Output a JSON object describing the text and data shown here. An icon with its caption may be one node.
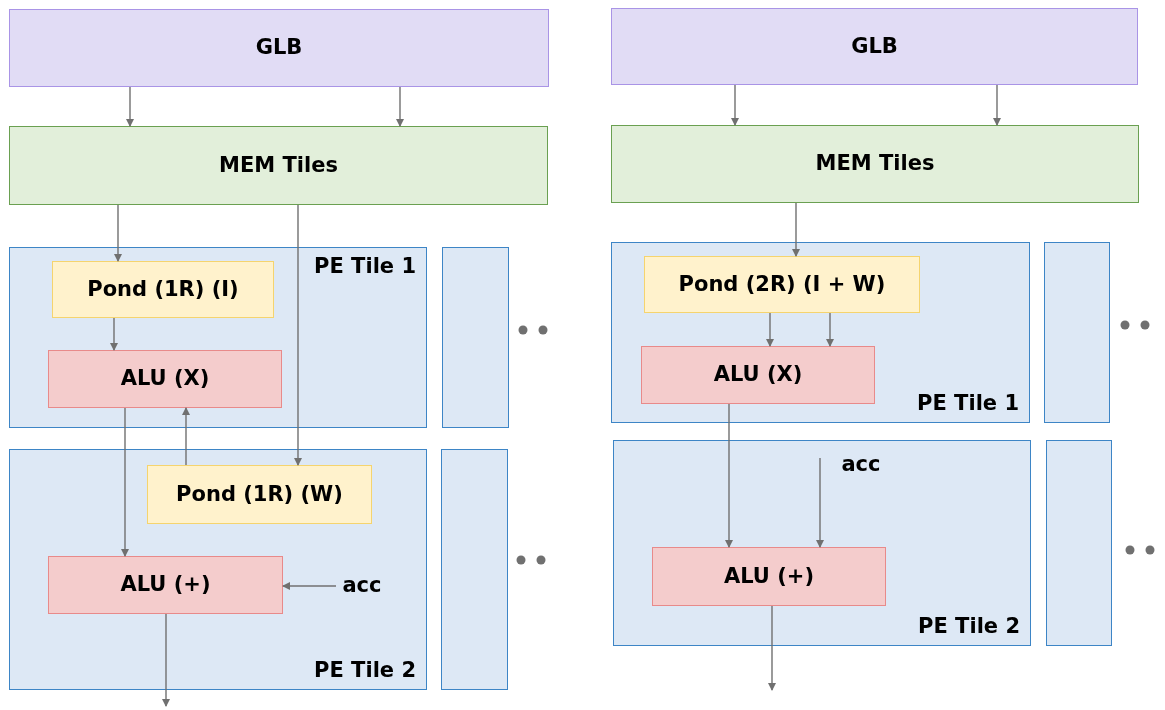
{
  "diagram": {
    "nodes": [
      {
        "text": [
          "GLB"
        ]
      },
      {
        "text": [
          "MEM Tiles"
        ]
      },
      {
        "text": [
          "PE Tile 1"
        ]
      },
      {
        "text": [
          "Pond (1R) (I)"
        ],
        "in": 2
      },
      {
        "text": [
          "ALU (X)"
        ],
        "in": 2
      },
      {
        "text": [],
        "shape": "box"
      },
      {
        "text": [
          "PE Tile 2"
        ]
      },
      {
        "text": [
          "Pond (1R) (W)"
        ],
        "in": 6
      },
      {
        "text": [
          "ALU (+)"
        ],
        "in": 6
      },
      {
        "text": [
          "acc"
        ],
        "in": 6
      },
      {
        "text": [],
        "shape": "box"
      },
      {
        "text": [
          "GLB"
        ]
      },
      {
        "text": [
          "MEM Tiles"
        ]
      },
      {
        "text": [
          "PE Tile 1"
        ]
      },
      {
        "text": [
          "Pond (2R) (I + W)"
        ],
        "in": 13
      },
      {
        "text": [
          "ALU (X)"
        ],
        "in": 13
      },
      {
        "text": [],
        "shape": "box"
      },
      {
        "text": [
          "PE Tile 2"
        ]
      },
      {
        "text": [
          "acc"
        ],
        "in": 17
      },
      {
        "text": [
          "ALU (+)"
        ],
        "in": 17
      },
      {
        "text": [],
        "shape": "box"
      }
    ],
    "edges": [
      {
        "from": 0,
        "to": 1,
        "arrow": "to"
      },
      {
        "from": 0,
        "to": 1,
        "arrow": "to"
      },
      {
        "from": 1,
        "to": 3,
        "arrow": "to"
      },
      {
        "from": 1,
        "to": 7,
        "arrow": "to"
      },
      {
        "from": 3,
        "to": 4,
        "arrow": "to"
      },
      {
        "from": 7,
        "to": 4,
        "arrow": "to"
      },
      {
        "from": 4,
        "to": 8,
        "arrow": "to"
      },
      {
        "from": 9,
        "to": 8,
        "arrow": "to"
      },
      {
        "from": 8,
        "to": null,
        "arrow": "to"
      },
      {
        "from": 11,
        "to": 12,
        "arrow": "to"
      },
      {
        "from": 11,
        "to": 12,
        "arrow": "to"
      },
      {
        "from": 12,
        "to": 14,
        "arrow": "to"
      },
      {
        "from": 14,
        "to": 15,
        "arrow": "to"
      },
      {
        "from": 14,
        "to": 15,
        "arrow": "to"
      },
      {
        "from": 15,
        "to": 19,
        "arrow": "to"
      },
      {
        "from": 18,
        "to": 19,
        "arrow": "to"
      },
      {
        "from": 19,
        "to": null,
        "arrow": "to"
      }
    ]
  }
}
